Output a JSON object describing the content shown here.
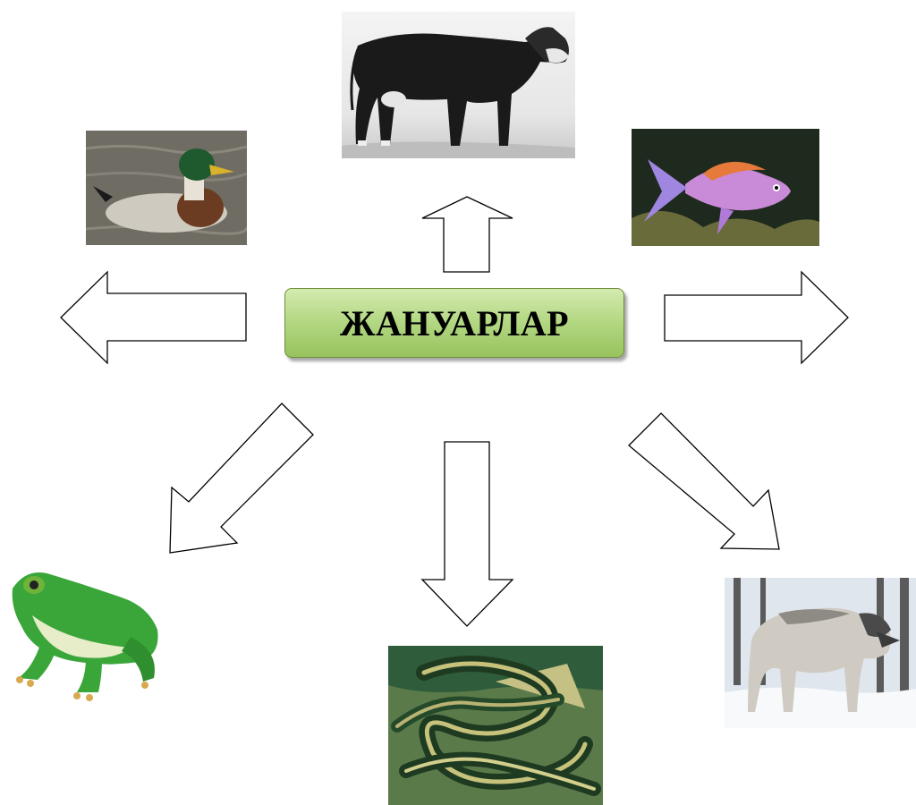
{
  "center": {
    "title": "ЖАНУАРЛАР"
  },
  "images": [
    {
      "name": "cow-image",
      "subject": "cow"
    },
    {
      "name": "duck-image",
      "subject": "duck"
    },
    {
      "name": "fish-image",
      "subject": "fish"
    },
    {
      "name": "frog-image",
      "subject": "frog"
    },
    {
      "name": "snake-image",
      "subject": "snake"
    },
    {
      "name": "wolf-image",
      "subject": "wolf"
    }
  ],
  "colors": {
    "box_fill": "#b5d985",
    "box_border": "#6e8f3a",
    "arrow_stroke": "#000000",
    "arrow_fill": "#ffffff"
  }
}
